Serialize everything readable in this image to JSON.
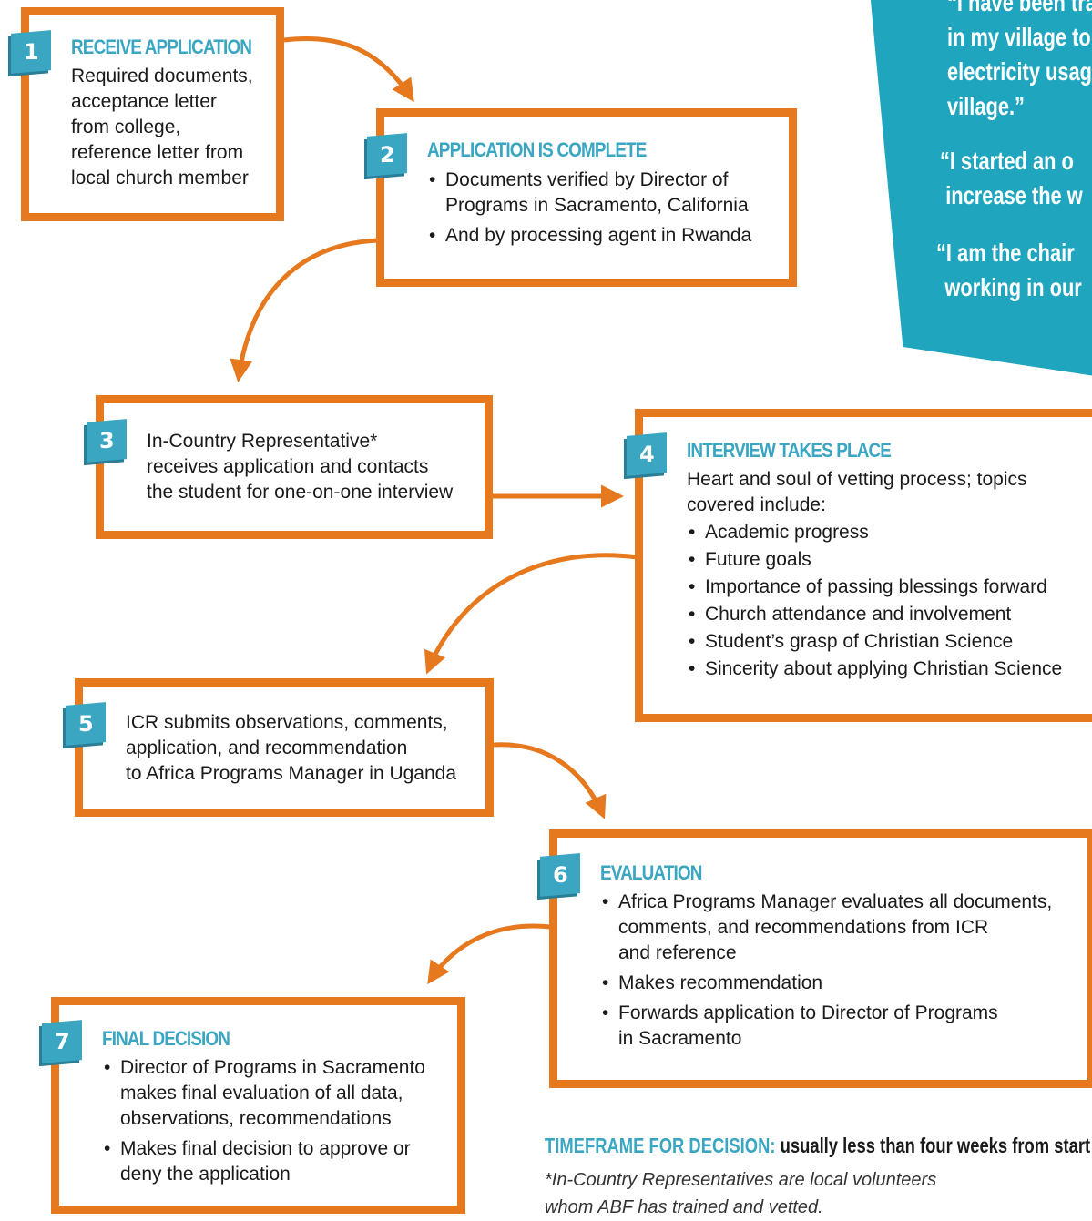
{
  "quotes": {
    "line1": "“I have been trained",
    "line2": "in my village to",
    "line3": "electricity usage",
    "line4": "village.”",
    "line5": "“I started an o",
    "line6": "increase the w",
    "line7": "“I am the chair",
    "line8": "working in our"
  },
  "steps": [
    {
      "number": "1",
      "heading": "RECEIVE APPLICATION",
      "lines": [
        "Required documents,",
        "acceptance letter",
        "from college,",
        "reference letter from",
        "local church member"
      ]
    },
    {
      "number": "2",
      "heading": "APPLICATION IS COMPLETE",
      "bullets": [
        [
          "Documents verified by Director of",
          "Programs in Sacramento, California"
        ],
        [
          "And by processing agent in Rwanda"
        ]
      ]
    },
    {
      "number": "3",
      "lines": [
        "In-Country Representative*",
        "receives application and contacts",
        "the student for one-on-one interview"
      ]
    },
    {
      "number": "4",
      "heading": "INTERVIEW TAKES PLACE",
      "lines": [
        "Heart and soul of vetting process; topics",
        "covered include:"
      ],
      "bullets": [
        "Academic progress",
        "Future goals",
        "Importance of passing blessings forward",
        "Church attendance and involvement",
        "Student’s grasp of Christian Science",
        "Sincerity about applying Christian Science"
      ]
    },
    {
      "number": "5",
      "lines": [
        "ICR submits observations, comments,",
        "application, and recommendation",
        "to Africa Programs Manager in Uganda"
      ]
    },
    {
      "number": "6",
      "heading": "EVALUATION",
      "bullets": [
        [
          "Africa Programs Manager evaluates all documents,",
          "comments, and recommendations from ICR",
          "and reference"
        ],
        [
          "Makes recommendation"
        ],
        [
          "Forwards application to Director of Programs",
          "in Sacramento"
        ]
      ]
    },
    {
      "number": "7",
      "heading": "FINAL DECISION",
      "bullets": [
        [
          "Director of Programs in Sacramento",
          "makes final evaluation of all data,",
          "observations, recommendations"
        ],
        [
          "Makes final decision to approve or",
          "deny the application"
        ]
      ]
    }
  ],
  "timeframe": {
    "label": "TIMEFRAME FOR DECISION:",
    "text": " usually less than four weeks from start to f"
  },
  "footnote": {
    "line1": "*In-Country Representatives are local volunteers",
    "line2": "whom ABF has trained and vetted."
  },
  "colors": {
    "box_border": "#e6781e",
    "accent": "#3aa6c2",
    "quote_panel": "#1fa5bd"
  }
}
